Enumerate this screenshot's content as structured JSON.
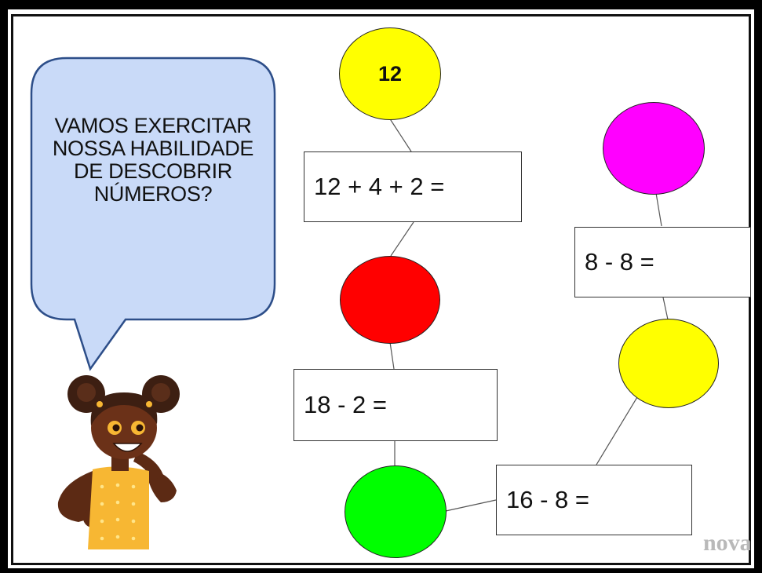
{
  "bubble": {
    "text": "Vamos exercitar nossa habilidade de descobrir números?"
  },
  "nodes": {
    "circle_top_value": "12",
    "box_1": "12 + 4 + 2 =",
    "box_2": "18 - 2 =",
    "box_3": "16 - 8 =",
    "box_4": "8 - 8 ="
  },
  "colors": {
    "bubble_fill": "#c9daf8",
    "bubble_stroke": "#2d4e89",
    "circle_yellow": "#ffff00",
    "circle_red": "#ff0000",
    "circle_green": "#00ff00",
    "circle_magenta": "#ff00ff"
  },
  "icons": {
    "character": "girl-character-icon"
  },
  "watermark": {
    "text": "nova escola"
  }
}
